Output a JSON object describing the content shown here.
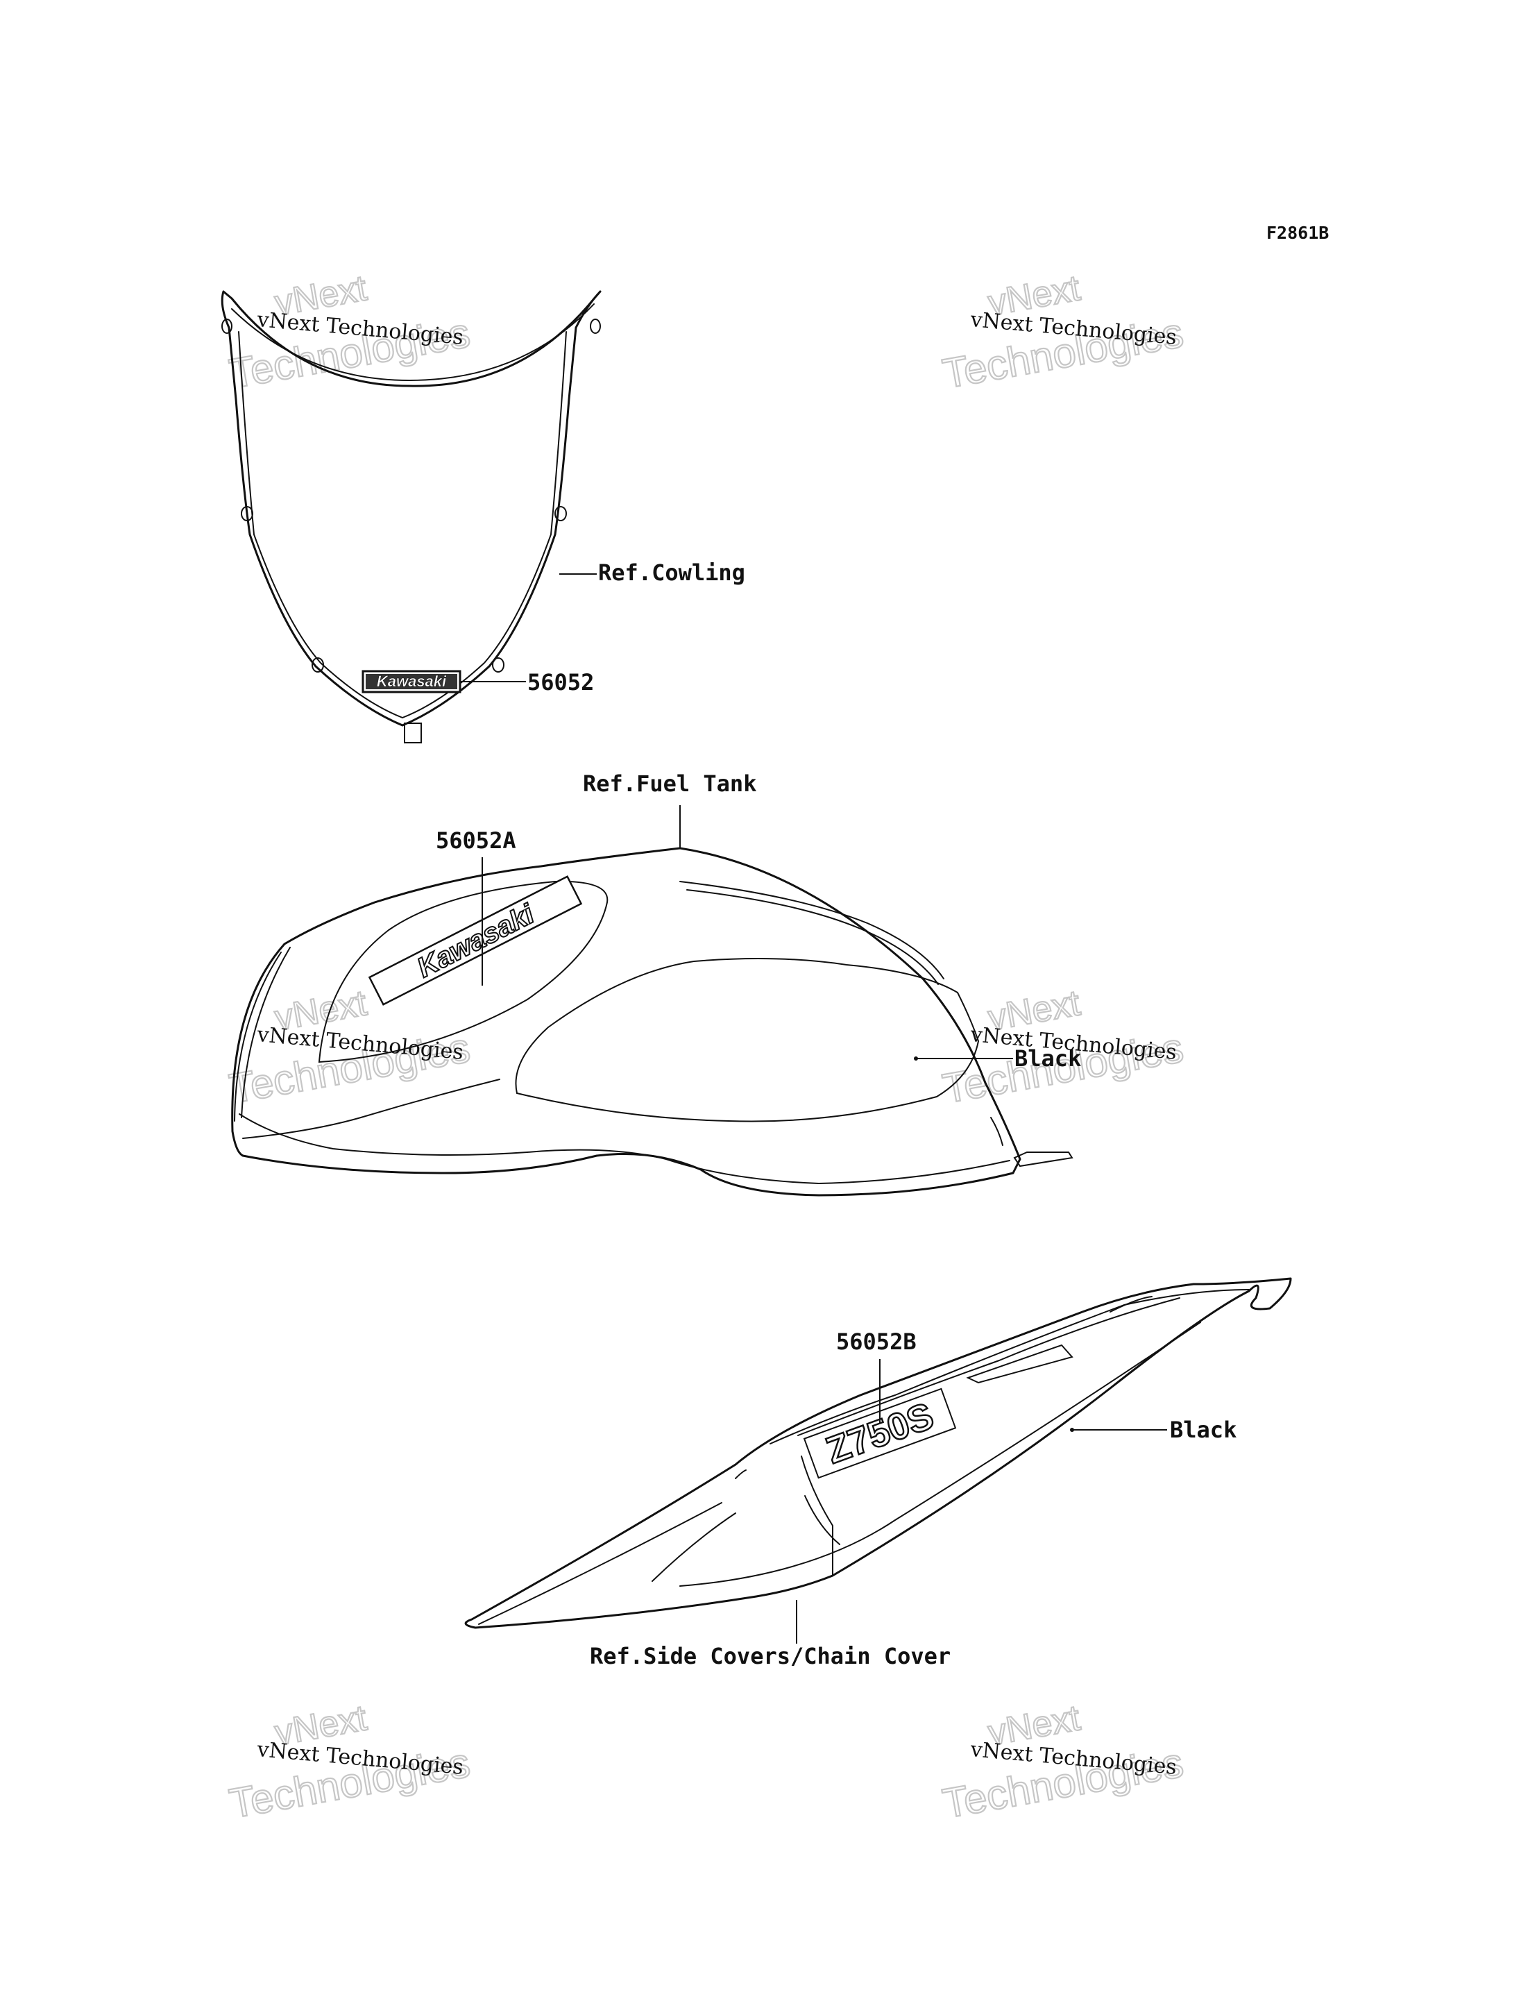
{
  "figure_code": "F2861B",
  "callouts": {
    "cowling_ref": "Ref.Cowling",
    "cowling_decal": "56052",
    "fuel_tank_ref": "Ref.Fuel Tank",
    "fuel_tank_decal": "56052A",
    "fuel_tank_color": "Black",
    "side_cover_decal": "56052B",
    "side_cover_color": "Black",
    "side_cover_ref": "Ref.Side Covers/Chain Cover"
  },
  "decal_logos": {
    "cowling": "Kawasaki",
    "fuel_tank": "Kawasaki",
    "side_cover": "Z750S"
  },
  "watermarks": [
    {
      "line1": "vNext Technologies",
      "line2": "vNext",
      "line3": "Technologies"
    },
    {
      "line1": "vNext Technologies",
      "line2": "vNext",
      "line3": "Technologies"
    },
    {
      "line1": "vNext Technologies",
      "line2": "vNext",
      "line3": "Technologies"
    },
    {
      "line1": "vNext Technologies",
      "line2": "vNext",
      "line3": "Technologies"
    },
    {
      "line1": "vNext Technologies",
      "line2": "vNext",
      "line3": "Technologies"
    },
    {
      "line1": "vNext Technologies",
      "line2": "vNext",
      "line3": "Technologies"
    }
  ]
}
